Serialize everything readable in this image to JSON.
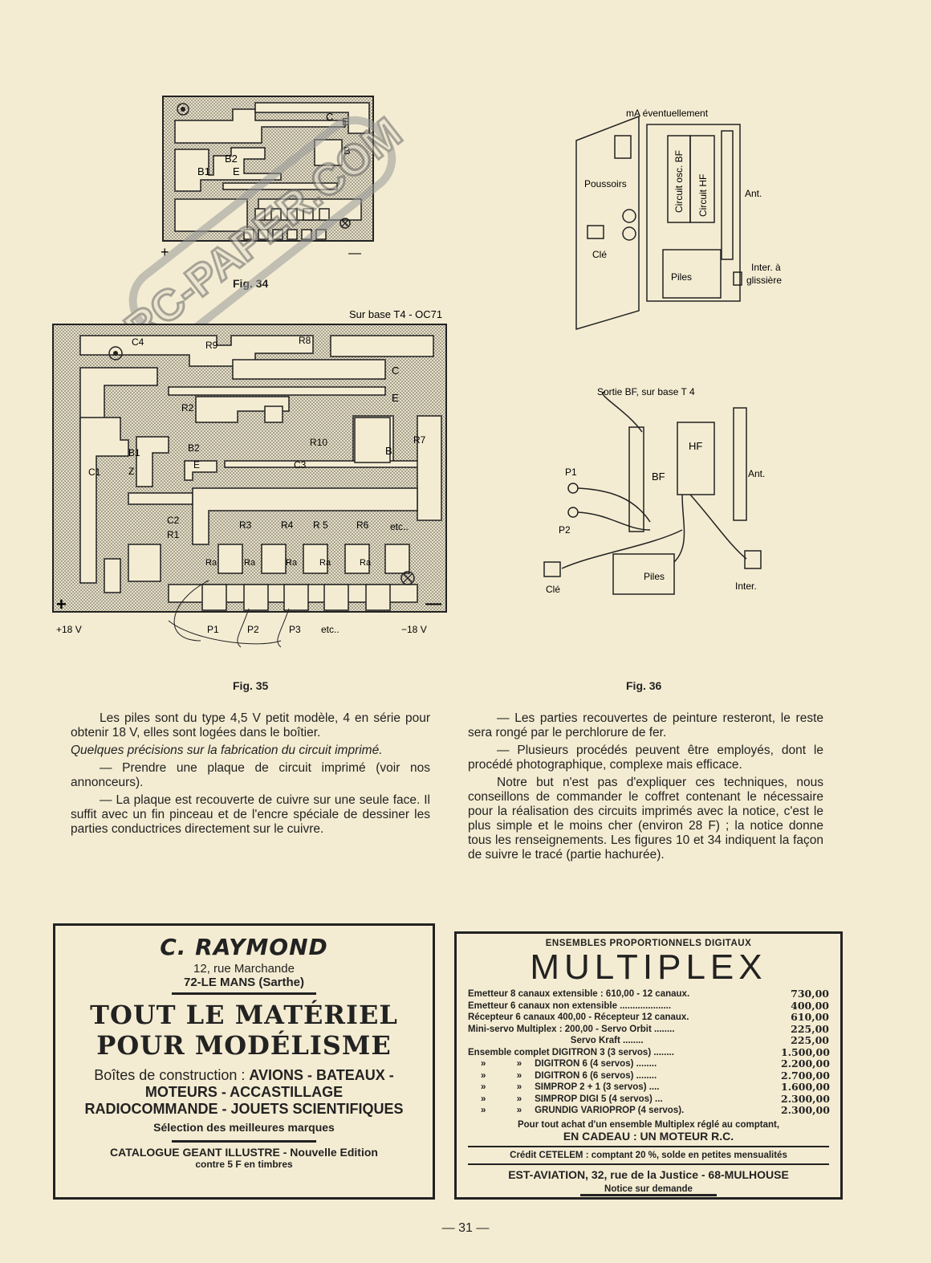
{
  "fig34": {
    "caption": "Fig. 34",
    "labels": {
      "c": "C",
      "e": "E",
      "b": "B",
      "b2": "B2",
      "b1": "B1",
      "e2": "E",
      "plus": "+",
      "minus": "—"
    }
  },
  "fig35": {
    "caption": "Fig. 35",
    "labels": {
      "sur_base": "Sur base T4 - OC71",
      "c4": "C4",
      "r9": "R9",
      "r8": "R8",
      "c": "C",
      "e": "E",
      "r2": "R2",
      "r10": "R10",
      "b": "B",
      "r7": "R7",
      "c1": "C1",
      "b1": "B1",
      "z": "Z",
      "b2": "B2",
      "e2": "E",
      "c3": "C3",
      "c2": "C2",
      "r1": "R1",
      "r3": "R3",
      "r4": "R4",
      "r5": "R 5",
      "r6": "R6",
      "etc": "etc..",
      "ra": "Ra",
      "plus": "+",
      "minus": "—",
      "plus18": "+18 V",
      "minus18": "−18 V",
      "p1": "P1",
      "p2": "P2",
      "p3": "P3",
      "etc2": "etc.."
    }
  },
  "fig36a": {
    "labels": {
      "ma": "mA éventuellement",
      "poussoirs": "Poussoirs",
      "cle": "Clé",
      "osc": "Circuit osc. BF",
      "hf": "Circuit HF",
      "ant": "Ant.",
      "piles": "Piles",
      "inter1": "Inter. à",
      "inter2": "glissière"
    }
  },
  "fig36": {
    "caption": "Fig. 36",
    "labels": {
      "sortie": "Sortie BF, sur base T 4",
      "hf": "HF",
      "bf": "BF",
      "ant": "Ant.",
      "p1": "P1",
      "p2": "P2",
      "piles": "Piles",
      "cle": "Clé",
      "inter": "Inter."
    }
  },
  "text_left": {
    "p1": "Les piles sont du type 4,5 V petit modèle, 4 en série pour obtenir 18 V, elles sont logées dans le boîtier.",
    "p2": "Quelques précisions sur la fabrication du circuit imprimé.",
    "p3": "— Prendre une plaque de circuit imprimé (voir nos annonceurs).",
    "p4": "— La plaque est recouverte de cuivre sur une seule face. Il suffit avec un fin pinceau et de l'encre spéciale de dessiner les parties conductrices directement sur le cuivre."
  },
  "text_right": {
    "p1": "— Les parties recouvertes de peinture resteront, le reste sera rongé par le perchlorure de fer.",
    "p2": "— Plusieurs procédés peuvent être employés, dont le procédé photographique, complexe mais efficace.",
    "p3": "Notre but n'est pas d'expliquer ces techniques, nous conseillons de commander le coffret contenant le nécessaire pour la réalisation des circuits imprimés avec la notice, c'est le plus simple et le moins cher (environ 28 F) ; la notice donne tous les renseignements. Les figures 10 et 34 indiquent la façon de suivre le tracé (partie hachurée)."
  },
  "ad_raymond": {
    "name": "C. RAYMOND",
    "street": "12, rue Marchande",
    "city": "72-LE MANS (Sarthe)",
    "headline1": "TOUT LE MATÉRIEL",
    "headline2": "POUR MODÉLISME",
    "line1a": "Boîtes de construction : ",
    "line1b": "AVIONS - BATEAUX -",
    "line2": "MOTEURS - ACCASTILLAGE",
    "line3": "RADIOCOMMANDE - JOUETS SCIENTIFIQUES",
    "line4": "Sélection des meilleures marques",
    "line5": "CATALOGUE GEANT ILLUSTRE - Nouvelle Edition",
    "line6": "contre 5 F en timbres"
  },
  "ad_multiplex": {
    "top": "ENSEMBLES PROPORTIONNELS DIGITAUX",
    "brand": "MULTIPLEX",
    "rows": [
      {
        "desc": "Emetteur 8 canaux extensible : 610,00 - 12 canaux.",
        "price": "730,00"
      },
      {
        "desc": "Emetteur 6 canaux non extensible ....................",
        "price": "400,00"
      },
      {
        "desc": "Récepteur 6 canaux 400,00 - Récepteur 12 canaux.",
        "price": "610,00"
      },
      {
        "desc": "Mini-servo Multiplex : 200,00 - Servo Orbit ........",
        "price": "225,00"
      },
      {
        "desc": "                                        Servo Kraft ........",
        "price": "225,00"
      },
      {
        "desc": "Ensemble complet DIGITRON 3 (3 servos) ........",
        "price": "1.500,00"
      },
      {
        "desc": "     »            »     DIGITRON 6 (4 servos) ........",
        "price": "2.200,00"
      },
      {
        "desc": "     »            »     DIGITRON 6 (6 servos) ........",
        "price": "2.700,00"
      },
      {
        "desc": "     »            »     SIMPROP 2 + 1 (3 servos) ....",
        "price": "1.600,00"
      },
      {
        "desc": "     »            »     SIMPROP DIGI 5 (4 servos) ...",
        "price": "2.300,00"
      },
      {
        "desc": "     »            »     GRUNDIG VARIOPROP (4 servos).",
        "price": "2.300,00"
      }
    ],
    "achat": "Pour tout achat d'un ensemble Multiplex réglé au comptant,",
    "cadeau": "EN CADEAU : UN MOTEUR R.C.",
    "credit": "Crédit CETELEM : comptant 20 %, solde en petites mensualités",
    "address": "EST-AVIATION, 32, rue de la Justice - 68-MULHOUSE",
    "notice": "Notice sur demande"
  },
  "watermark": "RC-PAPER.COM",
  "page_number": "— 31 —"
}
